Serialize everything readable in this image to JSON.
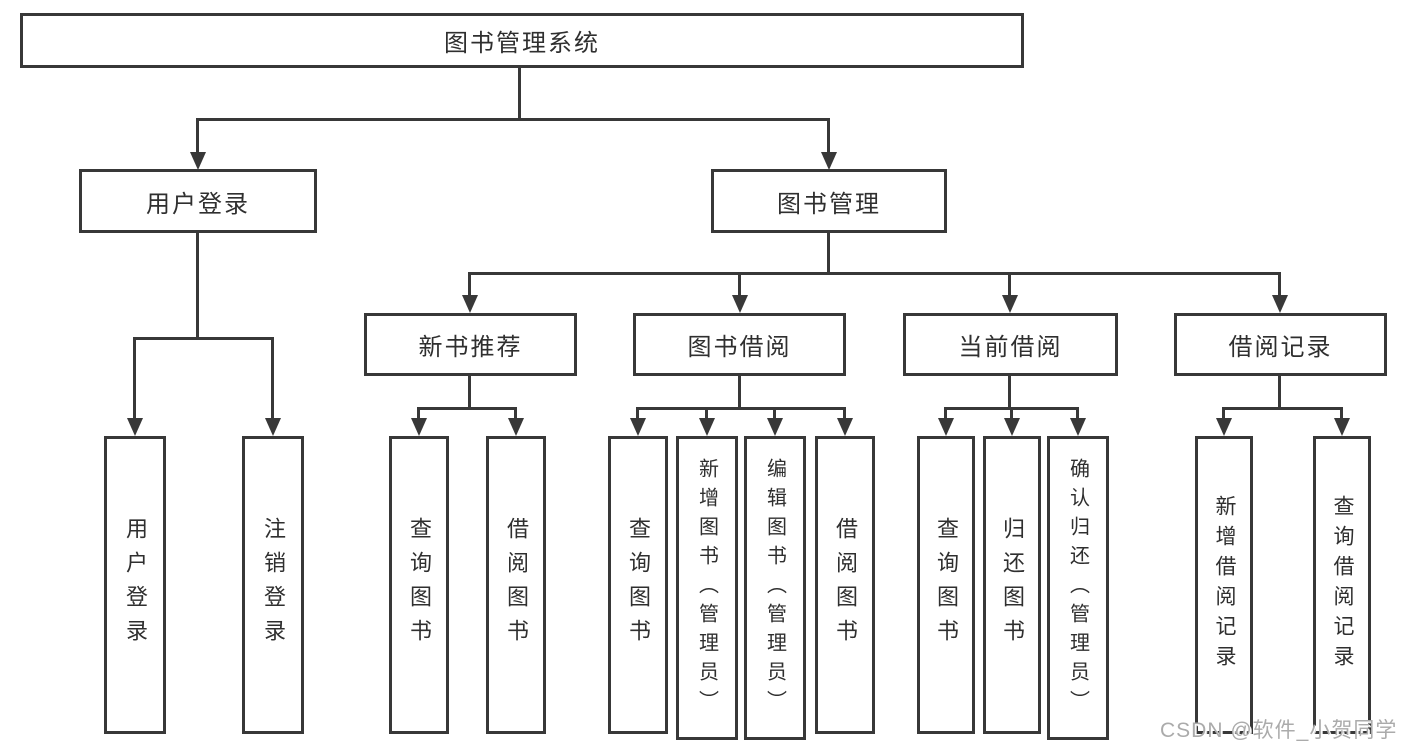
{
  "colors": {
    "line": "#383838",
    "text": "#2f2f2f",
    "watermark_gray": "#ababab",
    "background": "#ffffff"
  },
  "watermark": {
    "text": "CSDN @软件_小贺同学"
  },
  "tree": {
    "root": {
      "label": "图书管理系统",
      "children": [
        {
          "label": "用户登录",
          "children": [
            {
              "label": "用户登录"
            },
            {
              "label": "注销登录"
            }
          ]
        },
        {
          "label": "图书管理",
          "children": [
            {
              "label": "新书推荐",
              "children": [
                {
                  "label": "查询图书"
                },
                {
                  "label": "借阅图书"
                }
              ]
            },
            {
              "label": "图书借阅",
              "children": [
                {
                  "label": "查询图书"
                },
                {
                  "label": "新增图书（管理员）"
                },
                {
                  "label": "编辑图书（管理员）"
                },
                {
                  "label": "借阅图书"
                }
              ]
            },
            {
              "label": "当前借阅",
              "children": [
                {
                  "label": "查询图书"
                },
                {
                  "label": "归还图书"
                },
                {
                  "label": "确认归还（管理员）"
                }
              ]
            },
            {
              "label": "借阅记录",
              "children": [
                {
                  "label": "新增借阅记录"
                },
                {
                  "label": "查询借阅记录"
                }
              ]
            }
          ]
        }
      ]
    }
  }
}
